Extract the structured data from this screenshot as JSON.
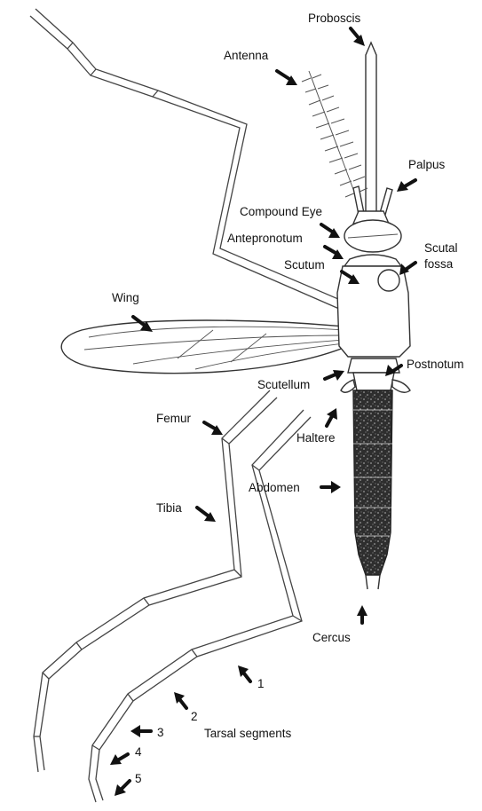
{
  "labels": {
    "proboscis": "Proboscis",
    "antenna": "Antenna",
    "palpus": "Palpus",
    "compound_eye": "Compound Eye",
    "antepronotum": "Antepronotum",
    "scutal_fossa_1": "Scutal",
    "scutal_fossa_2": "fossa",
    "scutum": "Scutum",
    "wing": "Wing",
    "postnotum": "Postnotum",
    "scutellum": "Scutellum",
    "haltere": "Haltere",
    "femur": "Femur",
    "abdomen": "Abdomen",
    "tibia": "Tibia",
    "cercus": "Cercus",
    "tarsal_segments": "Tarsal segments"
  },
  "tarsal_numbers": [
    "1",
    "2",
    "3",
    "4",
    "5"
  ],
  "colors": {
    "line": "#333333",
    "text": "#111111",
    "abdomen_fill": "#3a3a3a",
    "background": "#ffffff"
  }
}
